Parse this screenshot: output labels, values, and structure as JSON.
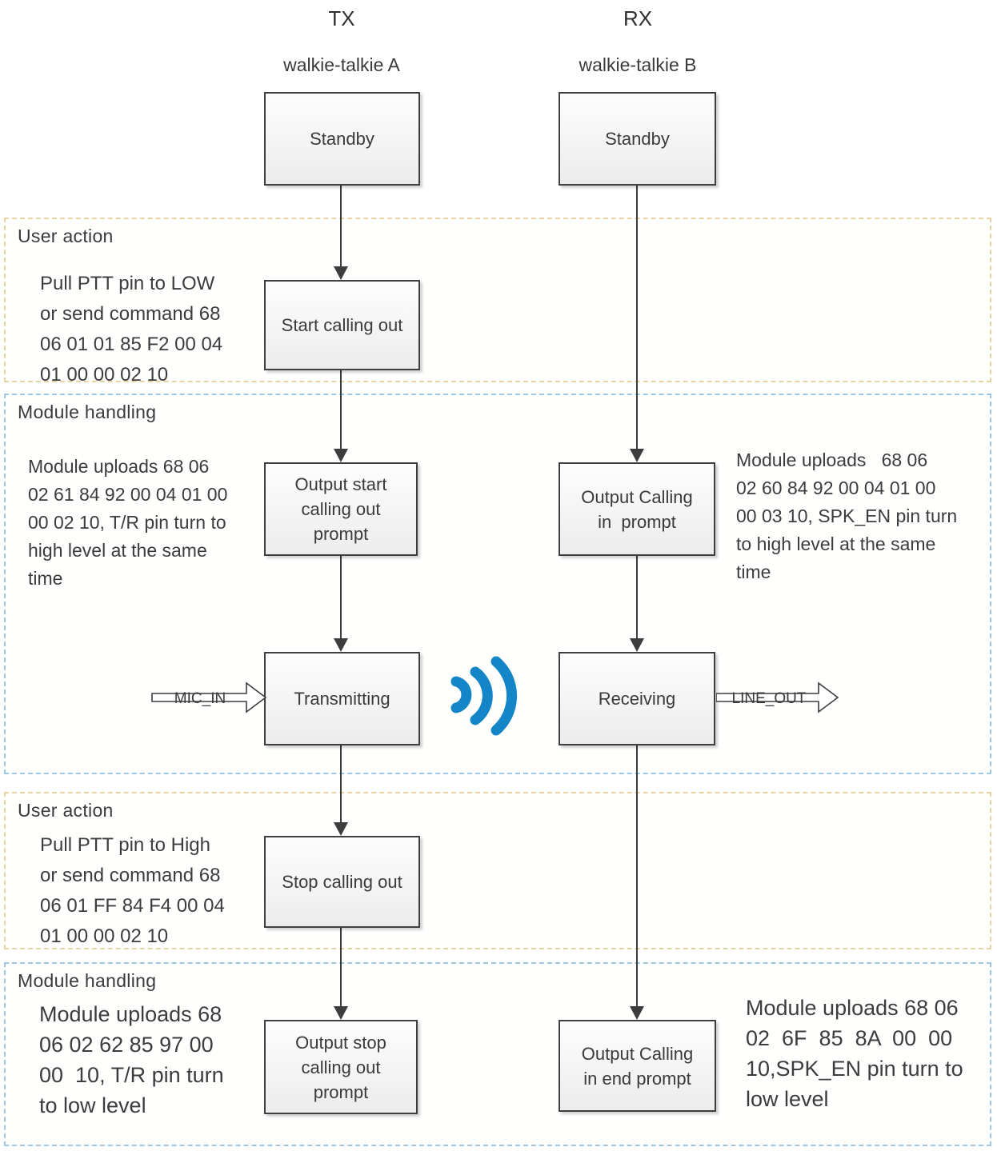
{
  "header": {
    "tx": "TX",
    "rx": "RX",
    "device_a": "walkie-talkie A",
    "device_b": "walkie-talkie B"
  },
  "nodes": {
    "standby_a": "Standby",
    "standby_b": "Standby",
    "start_calling": "Start calling out",
    "output_start_prompt": "Output start\ncalling out\nprompt",
    "output_calling_in": "Output Calling\nin  prompt",
    "transmitting": "Transmitting",
    "receiving": "Receiving",
    "stop_calling": "Stop calling out",
    "output_stop_prompt": "Output stop\ncalling out\nprompt",
    "output_calling_end": "Output Calling\nin end prompt"
  },
  "bands": {
    "user_action_1": {
      "title": "User action",
      "note": "Pull PTT pin to LOW\nor send command 68\n06 01 01 85 F2 00 04\n01 00 00 02 10"
    },
    "module_handling_1": {
      "title": "Module handling",
      "note_left": "Module uploads 68 06\n02 61 84 92 00 04 01 00\n00 02 10, T/R pin turn to\nhigh level at the same\ntime",
      "note_right": "Module uploads   68 06\n02 60 84 92 00 04 01 00\n00 03 10, SPK_EN pin turn\nto high level at the same\ntime"
    },
    "user_action_2": {
      "title": "User action",
      "note": "Pull PTT pin to High\nor send command 68\n06 01 FF 84 F4 00 04\n01 00 00 02 10"
    },
    "module_handling_2": {
      "title": "Module handling",
      "note_left": "Module uploads 68\n06 02 62 85 97 00\n00  10, T/R pin turn\nto low level",
      "note_right": "Module uploads 68 06\n02  6F  85  8A  00  00\n10,SPK_EN pin turn to\nlow level"
    }
  },
  "signals": {
    "mic_in": "MIC_IN",
    "line_out": "LINE_OUT"
  },
  "icons": {
    "radio_wave": "radio-wave-icon"
  },
  "colors": {
    "user_band_border": "#e8d3a3",
    "module_band_border": "#9dc7e5",
    "box_border": "#3f3f3f",
    "text": "#3c3c3c",
    "wave_blue": "#1486c8"
  }
}
